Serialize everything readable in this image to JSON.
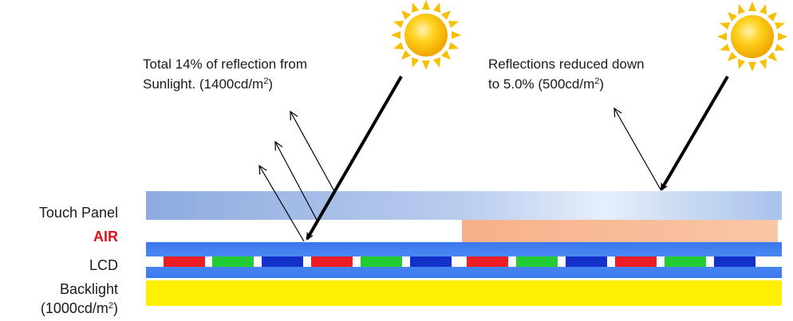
{
  "annotations": {
    "left_text": {
      "line1": "Total 14% of reflection from",
      "line2_pre": "Sunlight. (1400cd/m",
      "line2_sup": "2",
      "line2_post": ")"
    },
    "right_text": {
      "line1": "Reflections reduced down",
      "line2_pre": "to 5.0% (500cd/m",
      "line2_sup": "2",
      "line2_post": ")"
    }
  },
  "layers": {
    "touch_panel": "Touch Panel",
    "air": "AIR",
    "lcd": "LCD",
    "backlight_line1": "Backlight",
    "backlight_line2_pre": "(1000cd/m",
    "backlight_line2_sup": "2",
    "backlight_line2_post": ")"
  },
  "colors": {
    "air_label": "#e0101a",
    "touch_panel": "#9db6e3",
    "bonding_layer": "#f6b48c",
    "lcd_blue": "#3f7ff0",
    "subpixel_red": "#ee1c24",
    "subpixel_green": "#22cc33",
    "subpixel_blue": "#1330c8",
    "backlight": "#ffef00",
    "sun": "#ffc400"
  },
  "icons": [
    "sun-icon",
    "sun-icon"
  ]
}
